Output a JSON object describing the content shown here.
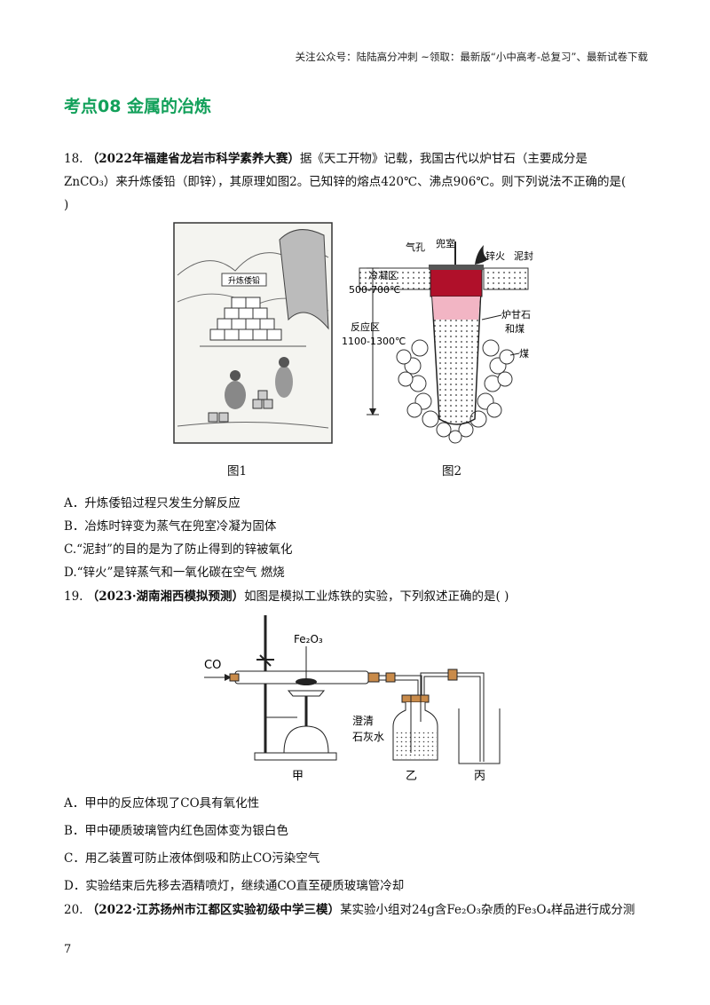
{
  "header": {
    "text": "关注公众号：陆陆高分冲刺 ~领取：最新版“小中高考-总复习”、最新试卷下载"
  },
  "section_title": "考点08 金属的冶炼",
  "q18": {
    "num": "18.",
    "source": "（2022年福建省龙岩市科学素养大赛）",
    "text1": "据《天工开物》记载，我国古代以炉甘石（主要成分是",
    "text2": "ZnCO₃）来升炼倭铅（即锌），其原理如图2。已知锌的熔点420℃、沸点906℃。则下列说法不正确的是(",
    "text3": ")",
    "fig1_caption": "图1",
    "fig2_caption": "图2",
    "fig1_label": "升炼倭铅",
    "fig2": {
      "gas_hole": "气孔",
      "crucible": "兜室",
      "zinc_fire": "锌火",
      "clay_seal": "泥封",
      "condense_zone": "冷凝区",
      "condense_temp": "500-700℃",
      "react_zone": "反应区",
      "react_temp": "1100-1300℃",
      "calamine": "炉甘石",
      "and_coal": "和煤",
      "coal": "煤"
    },
    "options": [
      "A．升炼倭铅过程只发生分解反应",
      "B．冶炼时锌变为蒸气在兜室冷凝为固体",
      "C.“泥封”的目的是为了防止得到的锌被氧化",
      "D.“锌火”是锌蒸气和一氧化碳在空气  燃烧"
    ]
  },
  "q19": {
    "num": "19.",
    "source": "（2023·湖南湘西模拟预测）",
    "text": "如图是模拟工业炼铁的实验，下列叙述正确的是(    )",
    "fig": {
      "co": "CO",
      "fe2o3": "Fe₂O₃",
      "limewater1": "澄清",
      "limewater2": "石灰水",
      "jia": "甲",
      "yi": "乙",
      "bing": "丙"
    },
    "options": [
      "A．甲中的反应体现了CO具有氧化性",
      "B．甲中硬质玻璃管内红色固体变为银白色",
      "C．用乙装置可防止液体倒吸和防止CO污染空气",
      "D．实验结束后先移去酒精喷灯，继续通CO直至硬质玻璃管冷却"
    ]
  },
  "q20": {
    "num": "20.",
    "source": "（2022·江苏扬州市江都区实验初级中学三模）",
    "text": "某实验小组对24g含Fe₂O₃杂质的Fe₃O₄样品进行成分测"
  },
  "page_number": "7"
}
